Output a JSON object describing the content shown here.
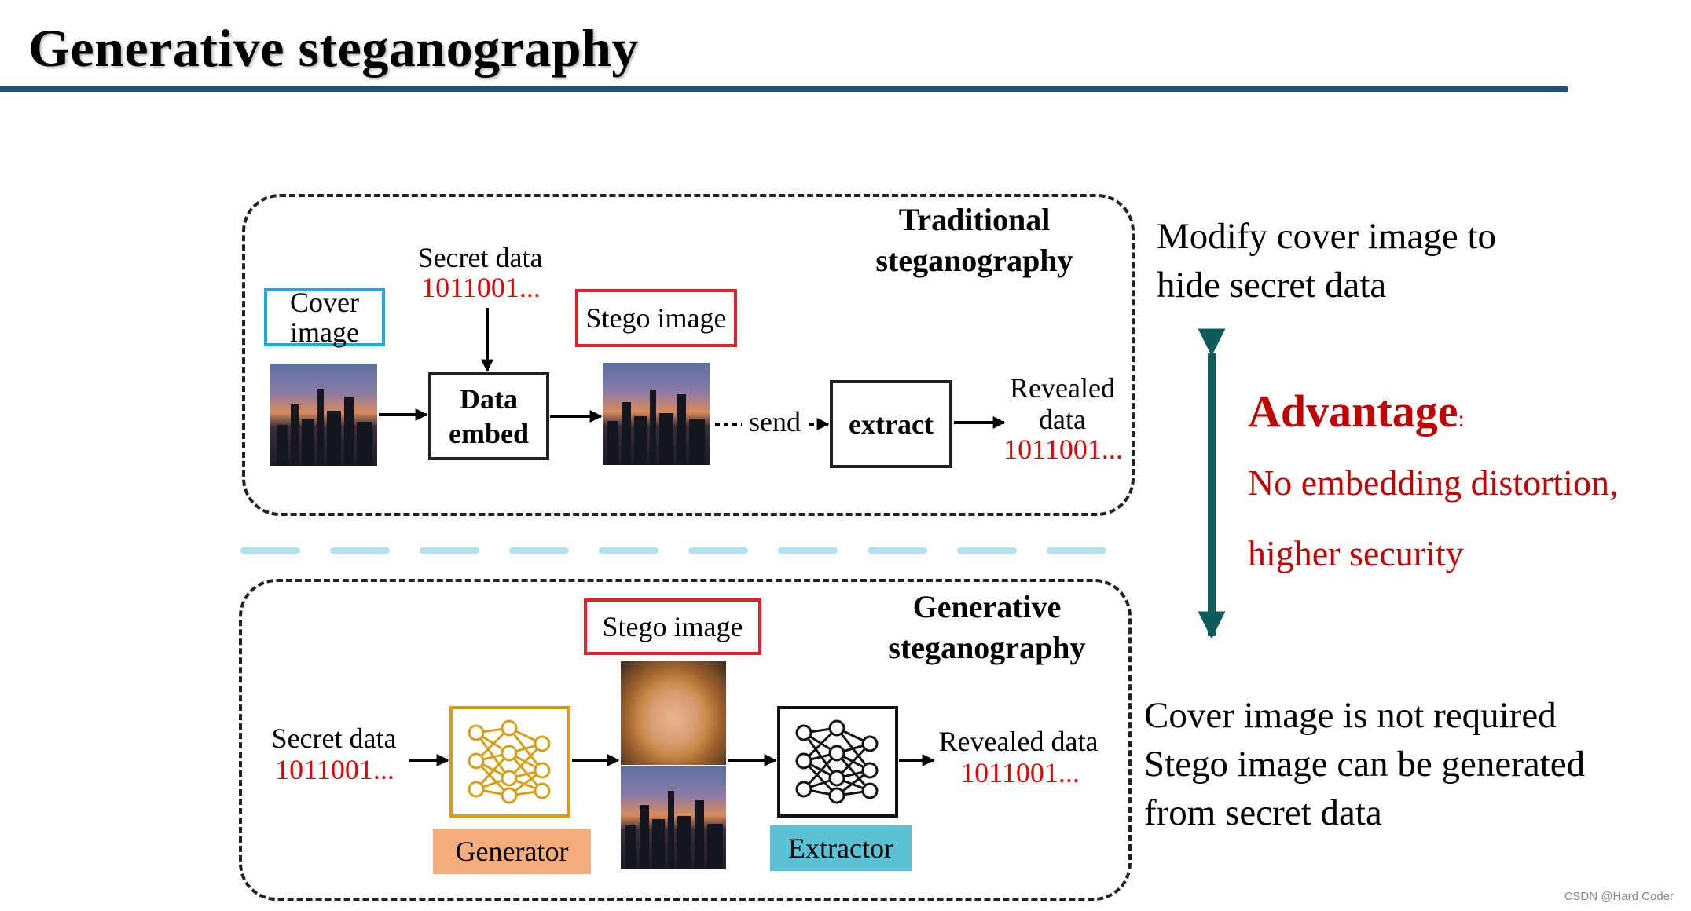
{
  "title": "Generative steganography",
  "traditional": {
    "heading": [
      "Traditional",
      "steganography"
    ],
    "cover_label": [
      "Cover",
      "image"
    ],
    "secret_label": "Secret data",
    "secret_bits": "1011001...",
    "embed_label": [
      "Data",
      "embed"
    ],
    "stego_label": "Stego image",
    "send_label": "send",
    "extract_label": "extract",
    "revealed_label": [
      "Revealed",
      "data"
    ],
    "revealed_bits": "1011001..."
  },
  "generative": {
    "heading": [
      "Generative",
      "steganography"
    ],
    "secret_label": "Secret data",
    "secret_bits": "1011001...",
    "generator_label": "Generator",
    "stego_label": "Stego image",
    "extractor_label": "Extractor",
    "revealed_label": "Revealed data",
    "revealed_bits": "1011001..."
  },
  "side": {
    "traditional_note": [
      "Modify cover image to",
      "hide secret data"
    ],
    "advantage_title": "Advantage",
    "advantage_colon": ":",
    "advantage_lines": [
      "No embedding distortion,",
      "higher security"
    ],
    "generative_note": [
      "Cover image is not required",
      "Stego image can be generated",
      "from secret data"
    ]
  },
  "credit": "CSDN @Hard Coder",
  "colors": {
    "title_rule": "#1f4e79",
    "accent_red": "#e00000",
    "advantage_red": "#c00000",
    "cover_box": "#1ea7e0",
    "stego_box": "#e0202a",
    "generator_border": "#d4a017",
    "generator_fill": "#f6ad7d",
    "extractor_fill": "#5bc2d6",
    "double_arrow": "#0b5d5a",
    "separator": "#aee1f2"
  }
}
